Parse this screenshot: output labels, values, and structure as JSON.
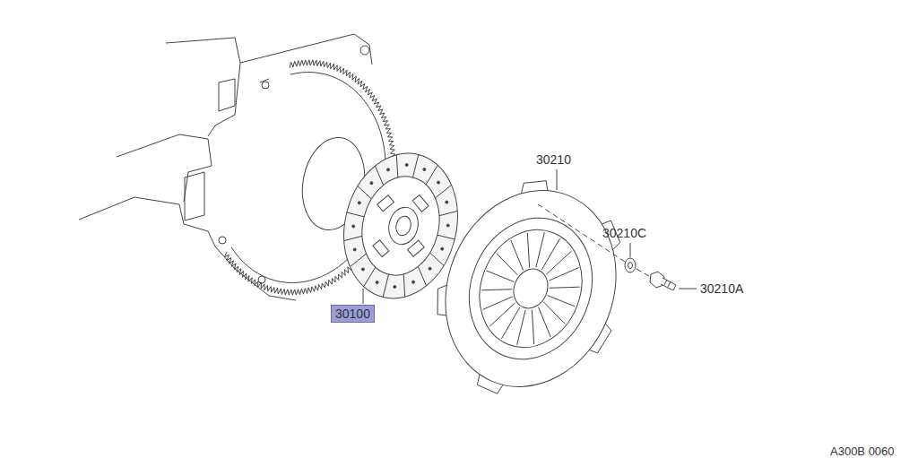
{
  "diagram": {
    "nodes": [
      {
        "text": [
          "30100"
        ]
      }
    ],
    "labels": [
      "30210",
      "30210C",
      "30210A",
      "A300B 0060"
    ]
  }
}
